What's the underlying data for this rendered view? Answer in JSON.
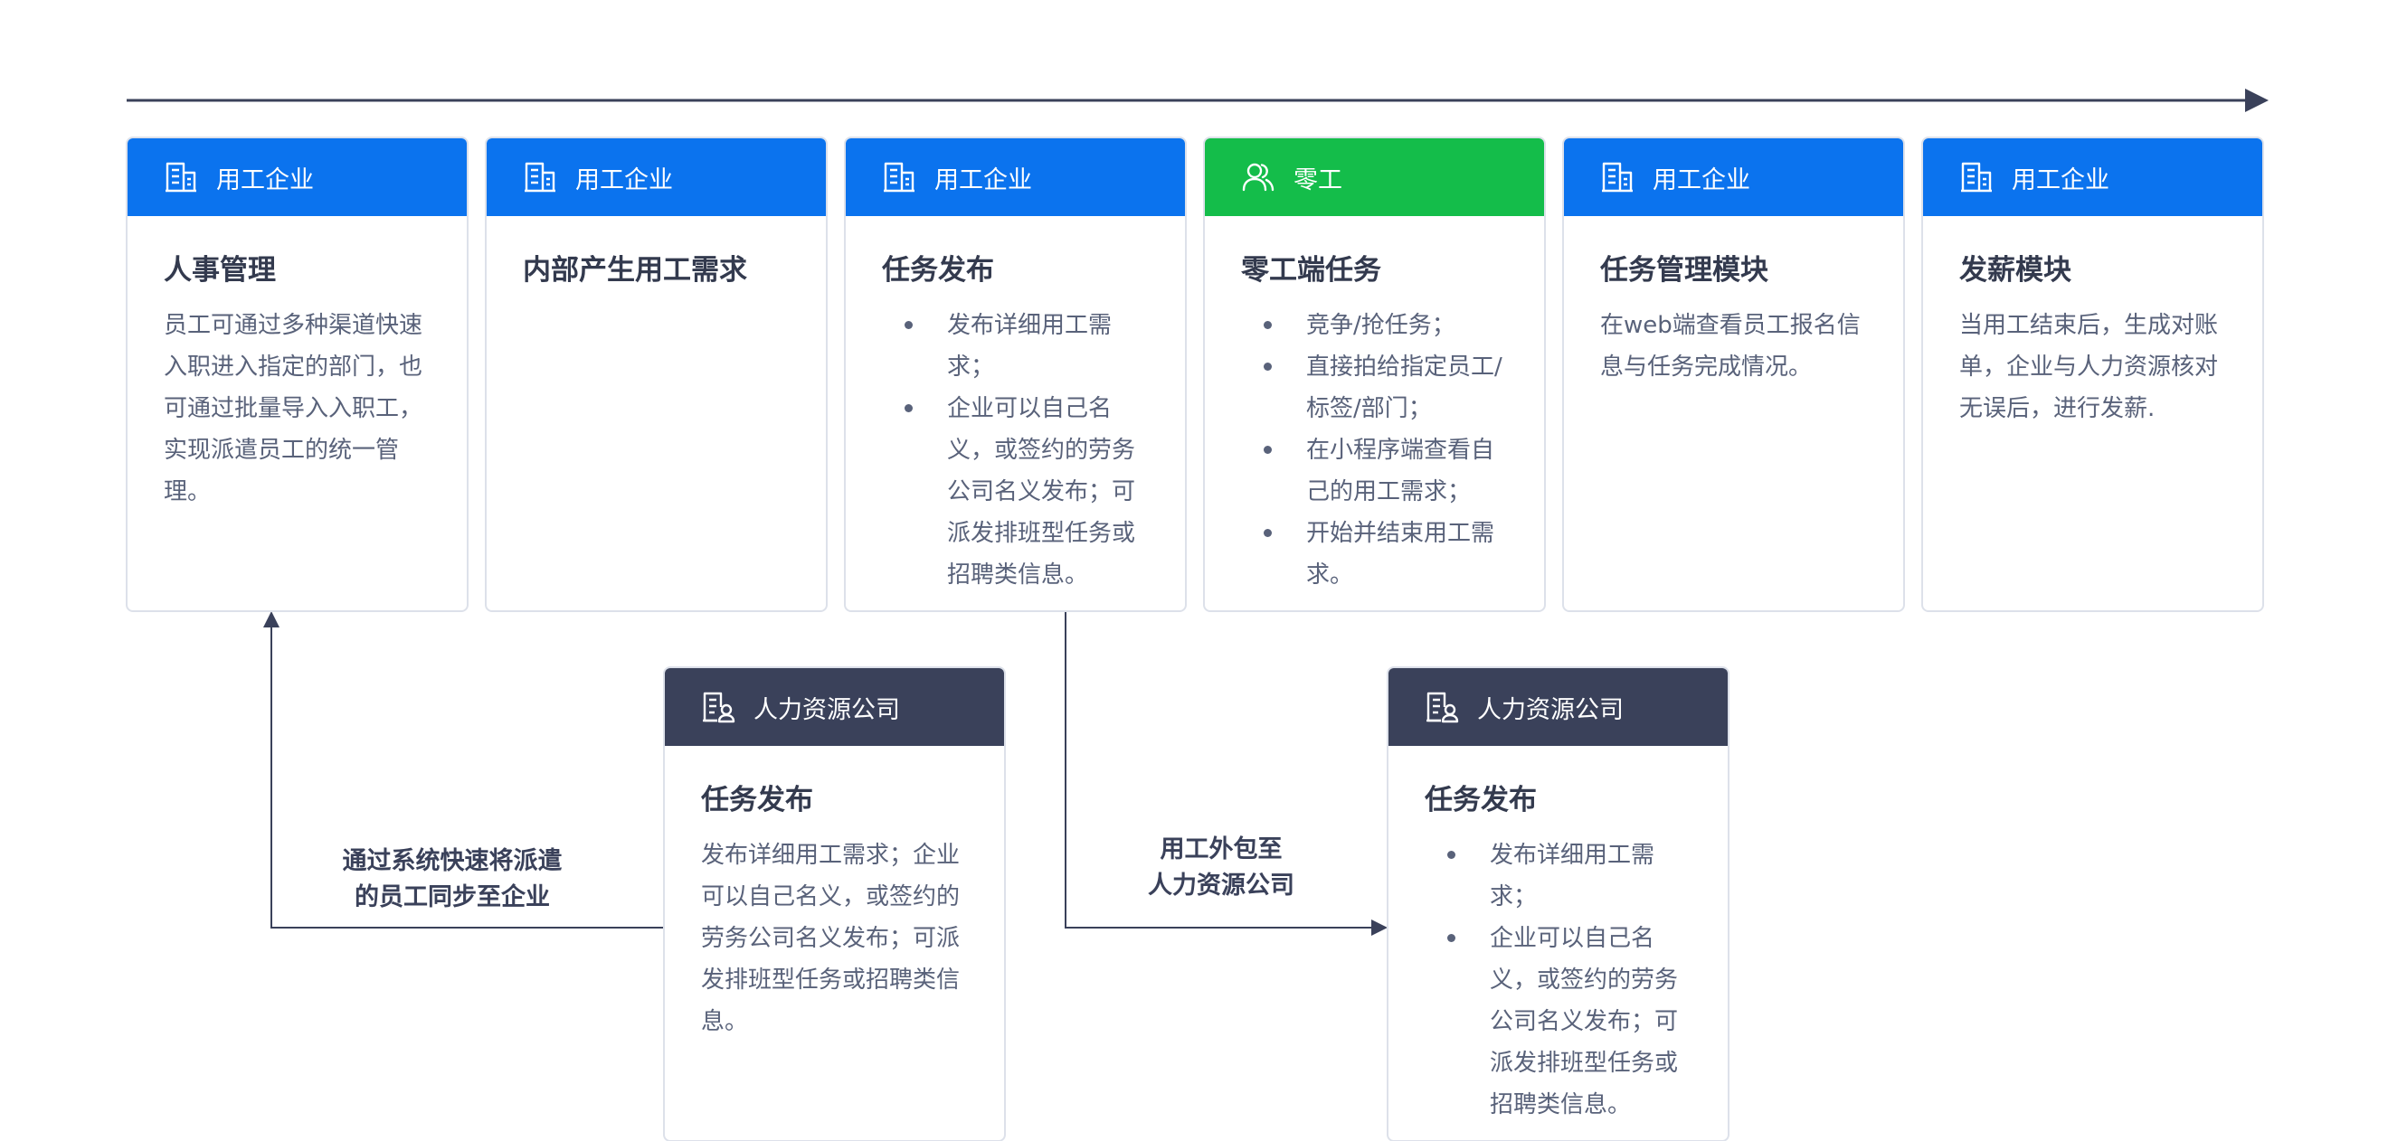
{
  "colors": {
    "enterprise_header": "#0b73ee",
    "gig_header": "#14bd4a",
    "hr_company_header": "#3a415a",
    "arrow": "#3a415a"
  },
  "icons": {
    "enterprise": "building-icon",
    "gig": "people-icon",
    "hr_company": "building-person-icon"
  },
  "top_cards": [
    {
      "header": "用工企业",
      "title": "人事管理",
      "text": "员工可通过多种渠道快速入职进入指定的部门，也可通过批量导入入职工，实现派遣员工的统一管理。"
    },
    {
      "header": "用工企业",
      "title": "内部产生用工需求"
    },
    {
      "header": "用工企业",
      "title": "任务发布",
      "items": [
        "发布详细用工需求；",
        "企业可以自己名义，或签约的劳务公司名义发布；可派发排班型任务或招聘类信息。"
      ]
    },
    {
      "header": "零工",
      "title": "零工端任务",
      "items": [
        "竞争/抢任务；",
        "直接拍给指定员工/标签/部门；",
        "在小程序端查看自己的用工需求；",
        "开始并结束用工需求。"
      ]
    },
    {
      "header": "用工企业",
      "title": "任务管理模块",
      "text": "在web端查看员工报名信息与任务完成情况。"
    },
    {
      "header": "用工企业",
      "title": "发薪模块",
      "text": "当用工结束后，生成对账单，企业与人力资源核对无误后，进行发薪."
    }
  ],
  "bottom_cards": [
    {
      "header": "人力资源公司",
      "title": "任务发布",
      "text": "发布详细用工需求；企业可以自己名义，或签约的劳务公司名义发布；可派发排班型任务或招聘类信息。"
    },
    {
      "header": "人力资源公司",
      "title": "任务发布",
      "items": [
        "发布详细用工需求；",
        "企业可以自己名义，或签约的劳务公司名义发布；可派发排班型任务或招聘类信息。"
      ]
    }
  ],
  "flow_labels": {
    "sync_line1": "通过系统快速将派遣",
    "sync_line2": "的员工同步至企业",
    "outsource_line1": "用工外包至",
    "outsource_line2": "人力资源公司"
  }
}
